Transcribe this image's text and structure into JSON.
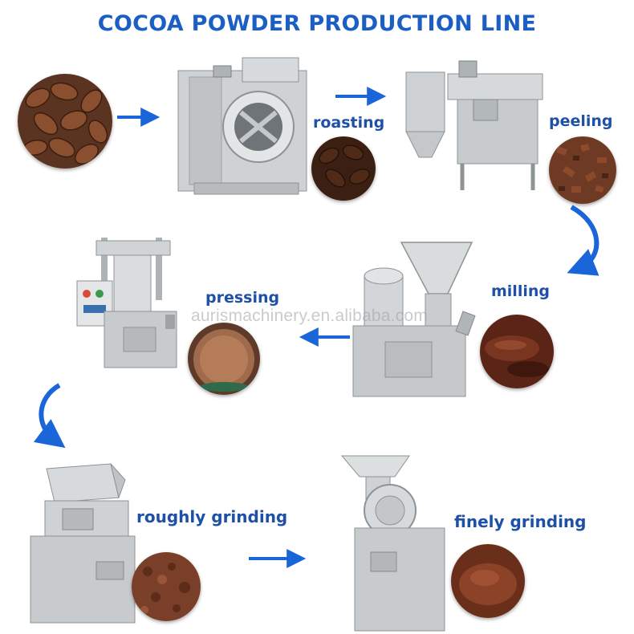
{
  "title": "COCOA POWDER PRODUCTION LINE",
  "watermark": "aurismachinery.en.alibaba.com",
  "steps": {
    "roasting": "roasting",
    "peeling": "peeling",
    "pressing": "pressing",
    "milling": "milling",
    "roughly_grinding": "roughly grinding",
    "finely_grinding": "finely grinding"
  },
  "colors": {
    "title": "#1c5fc4",
    "label": "#1e50a8",
    "arrow": "#1a66d9",
    "steel": "#c9ccce",
    "cocoa": "#6b3a22"
  }
}
